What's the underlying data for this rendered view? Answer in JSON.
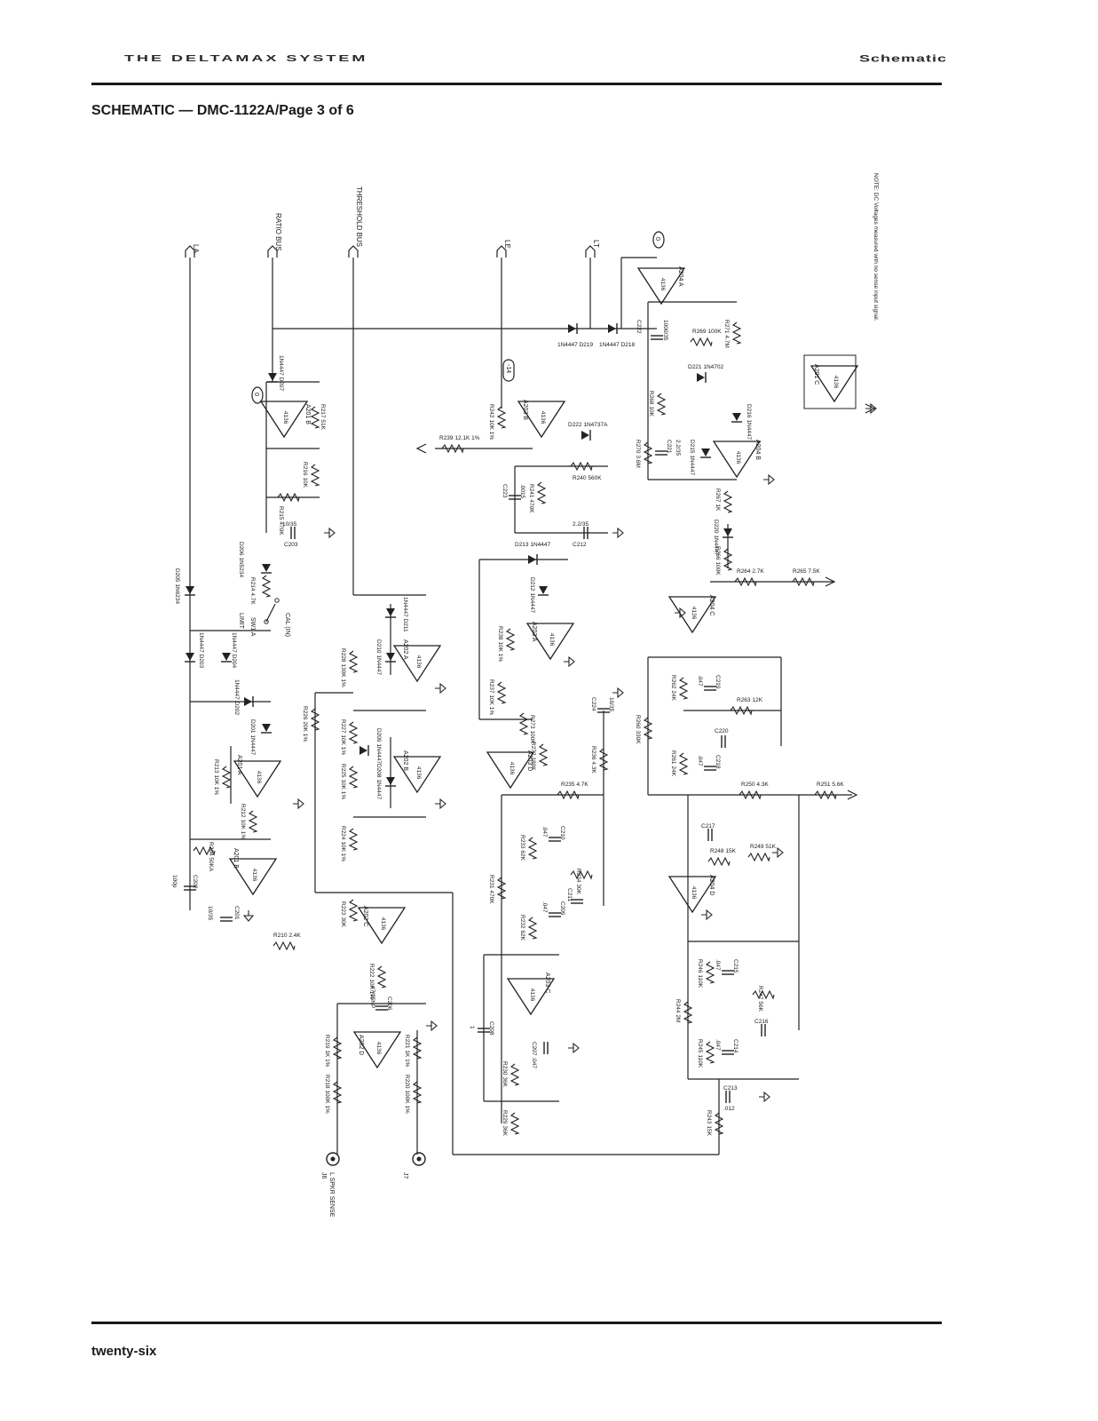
{
  "header": {
    "left_text": "THE DELTAMAX SYSTEM",
    "right_text": "Schematic"
  },
  "page_title": "SCHEMATIC — DMC-1122A/Page 3 of 6",
  "footer_text": "twenty-six",
  "note": "NOTE: DC Voltages measured with no sense input signal.",
  "buses": {
    "la": "LA",
    "ratio": "RATIO BUS",
    "threshold": "THRESHOLD BUS",
    "le": "LE",
    "lt": "LT"
  },
  "connectors": {
    "j6": "J6",
    "j6_label": "L SPKR SENSE",
    "j7": "J7"
  },
  "switch": {
    "label": "LIMIT",
    "ref": "SW1 A",
    "cal": "CAL (IN)"
  },
  "test_points": [
    "0",
    "-14",
    "0"
  ],
  "opamps": [
    {
      "ref": "A201 A",
      "part": "4136"
    },
    {
      "ref": "A201 B",
      "part": "4136"
    },
    {
      "ref": "A201 B",
      "part": "4136"
    },
    {
      "ref": "A201 C",
      "part": "4136"
    },
    {
      "ref": "A202 A",
      "part": "4136"
    },
    {
      "ref": "A202 B",
      "part": "4136"
    },
    {
      "ref": "A202 C",
      "part": "4136"
    },
    {
      "ref": "A202 D",
      "part": "4136"
    },
    {
      "ref": "A203 A",
      "part": "4136"
    },
    {
      "ref": "A203 B",
      "part": "4136"
    },
    {
      "ref": "A203 C",
      "part": "4136"
    },
    {
      "ref": "A203 D",
      "part": "4136"
    },
    {
      "ref": "A204 A",
      "part": "4136"
    },
    {
      "ref": "A204 B",
      "part": "4136"
    },
    {
      "ref": "A204 C",
      "part": "4136"
    },
    {
      "ref": "A204 D",
      "part": "4136"
    }
  ],
  "resistors": [
    {
      "ref": "R210",
      "value": "2.4K"
    },
    {
      "ref": "R212",
      "value": "10K 1%"
    },
    {
      "ref": "R213",
      "value": "10K 1%"
    },
    {
      "ref": "R214",
      "value": "4.7K"
    },
    {
      "ref": "R215",
      "value": "470K"
    },
    {
      "ref": "R216",
      "value": "10K"
    },
    {
      "ref": "R217",
      "value": "51K"
    },
    {
      "ref": "R218",
      "value": "100K 1%"
    },
    {
      "ref": "R219",
      "value": "1K 1%"
    },
    {
      "ref": "R220",
      "value": "100K 1%"
    },
    {
      "ref": "R221",
      "value": "1K 1%"
    },
    {
      "ref": "R222",
      "value": "10K 1%"
    },
    {
      "ref": "R223",
      "value": "30K"
    },
    {
      "ref": "R224",
      "value": "10K 1%"
    },
    {
      "ref": "R225",
      "value": "10K 1%"
    },
    {
      "ref": "R226",
      "value": "20K 1%"
    },
    {
      "ref": "R227",
      "value": "10K 1%"
    },
    {
      "ref": "R228",
      "value": "130K 1%"
    },
    {
      "ref": "R229",
      "value": "36K"
    },
    {
      "ref": "R230",
      "value": "36K"
    },
    {
      "ref": "R231",
      "value": "470K"
    },
    {
      "ref": "R232",
      "value": "62K"
    },
    {
      "ref": "R233",
      "value": "62K"
    },
    {
      "ref": "R234",
      "value": "30K"
    },
    {
      "ref": "R235",
      "value": "4.7K"
    },
    {
      "ref": "R236",
      "value": "4.3K"
    },
    {
      "ref": "R237",
      "value": "10K 1%"
    },
    {
      "ref": "R238",
      "value": "10K 1%"
    },
    {
      "ref": "R239",
      "value": "12.1K 1%"
    },
    {
      "ref": "R240",
      "value": "560K"
    },
    {
      "ref": "R241",
      "value": "470K"
    },
    {
      "ref": "R242",
      "value": "10K 1%"
    },
    {
      "ref": "R243",
      "value": "15K"
    },
    {
      "ref": "R244",
      "value": "2M"
    },
    {
      "ref": "R245",
      "value": "110K"
    },
    {
      "ref": "R246",
      "value": "110K"
    },
    {
      "ref": "R247",
      "value": "56K"
    },
    {
      "ref": "R248",
      "value": "15K"
    },
    {
      "ref": "R249",
      "value": "51K"
    },
    {
      "ref": "R250",
      "value": "4.3K"
    },
    {
      "ref": "R251",
      "value": "5.6K"
    },
    {
      "ref": "R260",
      "value": "330K"
    },
    {
      "ref": "R261",
      "value": "24K"
    },
    {
      "ref": "R262",
      "value": "24K"
    },
    {
      "ref": "R263",
      "value": "12K"
    },
    {
      "ref": "R264",
      "value": "2.7K"
    },
    {
      "ref": "R265",
      "value": "7.5K"
    },
    {
      "ref": "R266",
      "value": "100K"
    },
    {
      "ref": "R267",
      "value": "1K"
    },
    {
      "ref": "R268",
      "value": "10K"
    },
    {
      "ref": "R269",
      "value": "100K"
    },
    {
      "ref": "R270",
      "value": "3.6M"
    },
    {
      "ref": "R271",
      "value": "4.7M"
    },
    {
      "ref": "R272",
      "value": "180K"
    },
    {
      "ref": "R273",
      "value": "100K"
    },
    {
      "ref": "R204",
      "value": "50KA"
    }
  ],
  "capacitors": [
    {
      "ref": "C201",
      "value": "10/35"
    },
    {
      "ref": "C202",
      "value": "100p"
    },
    {
      "ref": "C203",
      "value": "10/35"
    },
    {
      "ref": "C206",
      "value": "47/25NP"
    },
    {
      "ref": "C207",
      "value": ".047"
    },
    {
      "ref": "C208",
      "value": "1"
    },
    {
      "ref": "C209",
      "value": ".047"
    },
    {
      "ref": "C210",
      "value": ".047"
    },
    {
      "ref": "C211",
      "value": "1"
    },
    {
      "ref": "C212",
      "value": "2.2/35"
    },
    {
      "ref": "C213",
      "value": ".012"
    },
    {
      "ref": "C214",
      "value": ".047"
    },
    {
      "ref": "C215",
      "value": ".047"
    },
    {
      "ref": "C216",
      "value": "1"
    },
    {
      "ref": "C217",
      "value": "1"
    },
    {
      "ref": "C218",
      "value": ".047"
    },
    {
      "ref": "C219",
      "value": ".047"
    },
    {
      "ref": "C220",
      "value": "1"
    },
    {
      "ref": "C221",
      "value": "2.2/35"
    },
    {
      "ref": "C222",
      "value": "1000/35"
    },
    {
      "ref": "C223",
      "value": ".0015"
    },
    {
      "ref": "C224",
      "value": "10/35"
    }
  ],
  "diodes": [
    {
      "ref": "D201",
      "value": "1N4447"
    },
    {
      "ref": "D202",
      "value": "1N4447"
    },
    {
      "ref": "D203",
      "value": "1N4447"
    },
    {
      "ref": "D204",
      "value": "1N4447"
    },
    {
      "ref": "D205",
      "value": "1N6234"
    },
    {
      "ref": "D206",
      "value": "1N5234"
    },
    {
      "ref": "D207",
      "value": "1N4447"
    },
    {
      "ref": "D208",
      "value": "1N4447"
    },
    {
      "ref": "D209",
      "value": "1N4447"
    },
    {
      "ref": "D210",
      "value": "1N4447"
    },
    {
      "ref": "D211",
      "value": "1N4447"
    },
    {
      "ref": "D212",
      "value": "1N4447"
    },
    {
      "ref": "D213",
      "value": "1N4447"
    },
    {
      "ref": "D215",
      "value": "1N4447"
    },
    {
      "ref": "D216",
      "value": "1N4447"
    },
    {
      "ref": "D218",
      "value": "1N4447"
    },
    {
      "ref": "D219",
      "value": "1N4447"
    },
    {
      "ref": "D220",
      "value": "1N4447"
    },
    {
      "ref": "D221",
      "value": "1N4702"
    },
    {
      "ref": "D222",
      "value": "1N4737A"
    }
  ]
}
